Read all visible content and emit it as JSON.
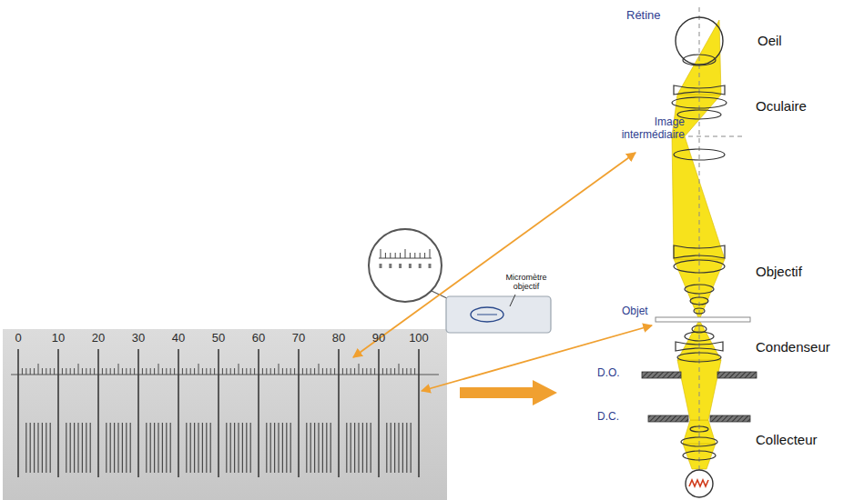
{
  "diagram": {
    "labels": [
      "Rétine",
      "Oeil",
      "Oculaire",
      "Image intermédiaire",
      "Objectif",
      "Objet",
      "Condenseur",
      "D.O.",
      "D.C.",
      "Collecteur",
      "Micromètre objectif",
      "0",
      "10",
      "20",
      "30",
      "40",
      "50",
      "60",
      "70",
      "80",
      "90",
      "100"
    ]
  }
}
